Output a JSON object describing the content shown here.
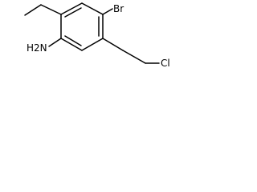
{
  "structure": {
    "atoms": {
      "bromine": "Br",
      "amine": "H2N",
      "chlorine": "Cl"
    }
  }
}
